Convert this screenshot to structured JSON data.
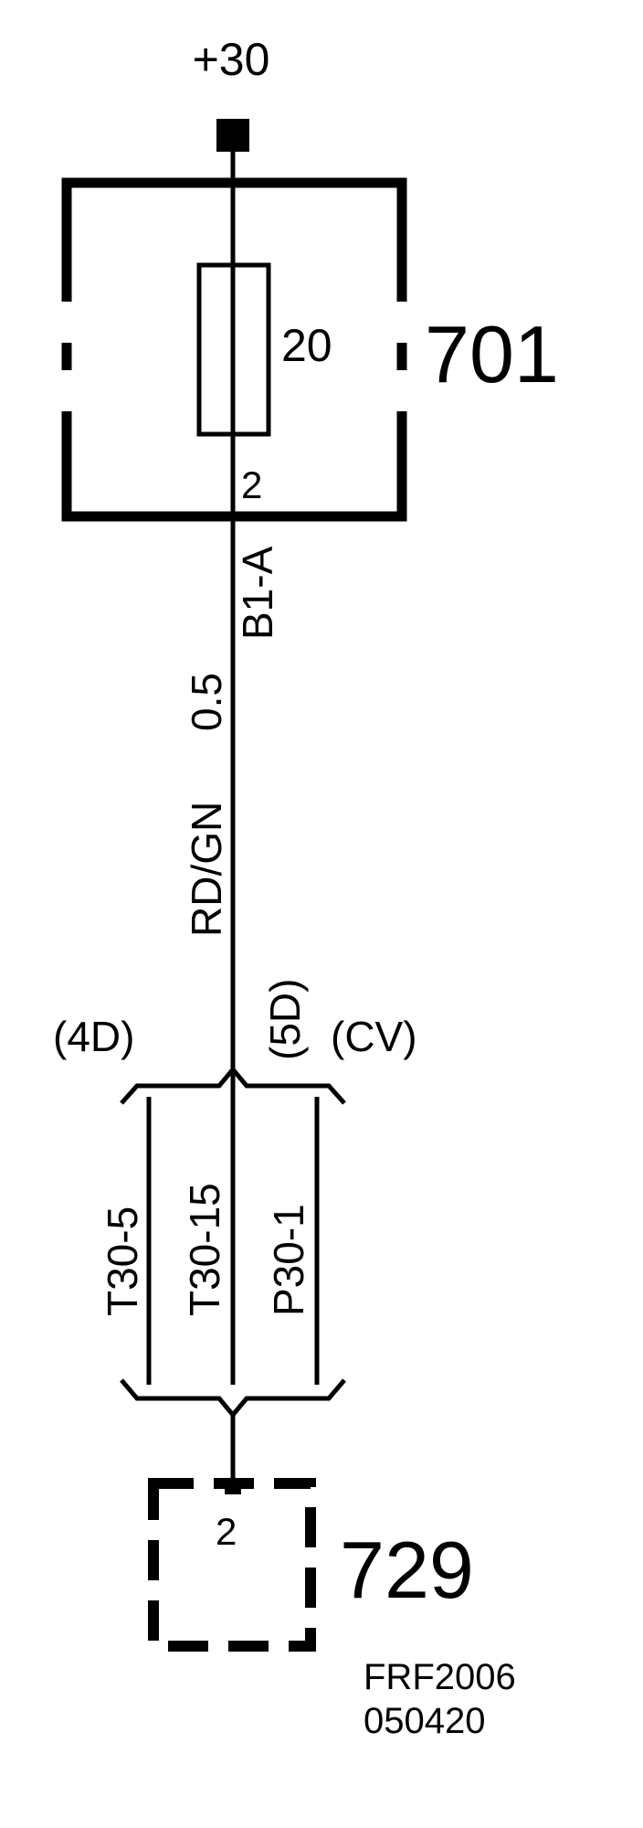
{
  "supply": {
    "label": "+30"
  },
  "fuse_box": {
    "id": "701",
    "fuse_rating": "20",
    "pin": "2"
  },
  "wire": {
    "connector": "B1-A",
    "gauge": "0.5",
    "color": "RD/GN"
  },
  "splice": {
    "variants": [
      "(4D)",
      "(5D)",
      "(CV)"
    ],
    "branches": [
      "T30-5",
      "T30-15",
      "P30-1"
    ]
  },
  "component": {
    "id": "729",
    "pin": "2"
  },
  "footer": {
    "code": "FRF2006",
    "date": "050420"
  }
}
